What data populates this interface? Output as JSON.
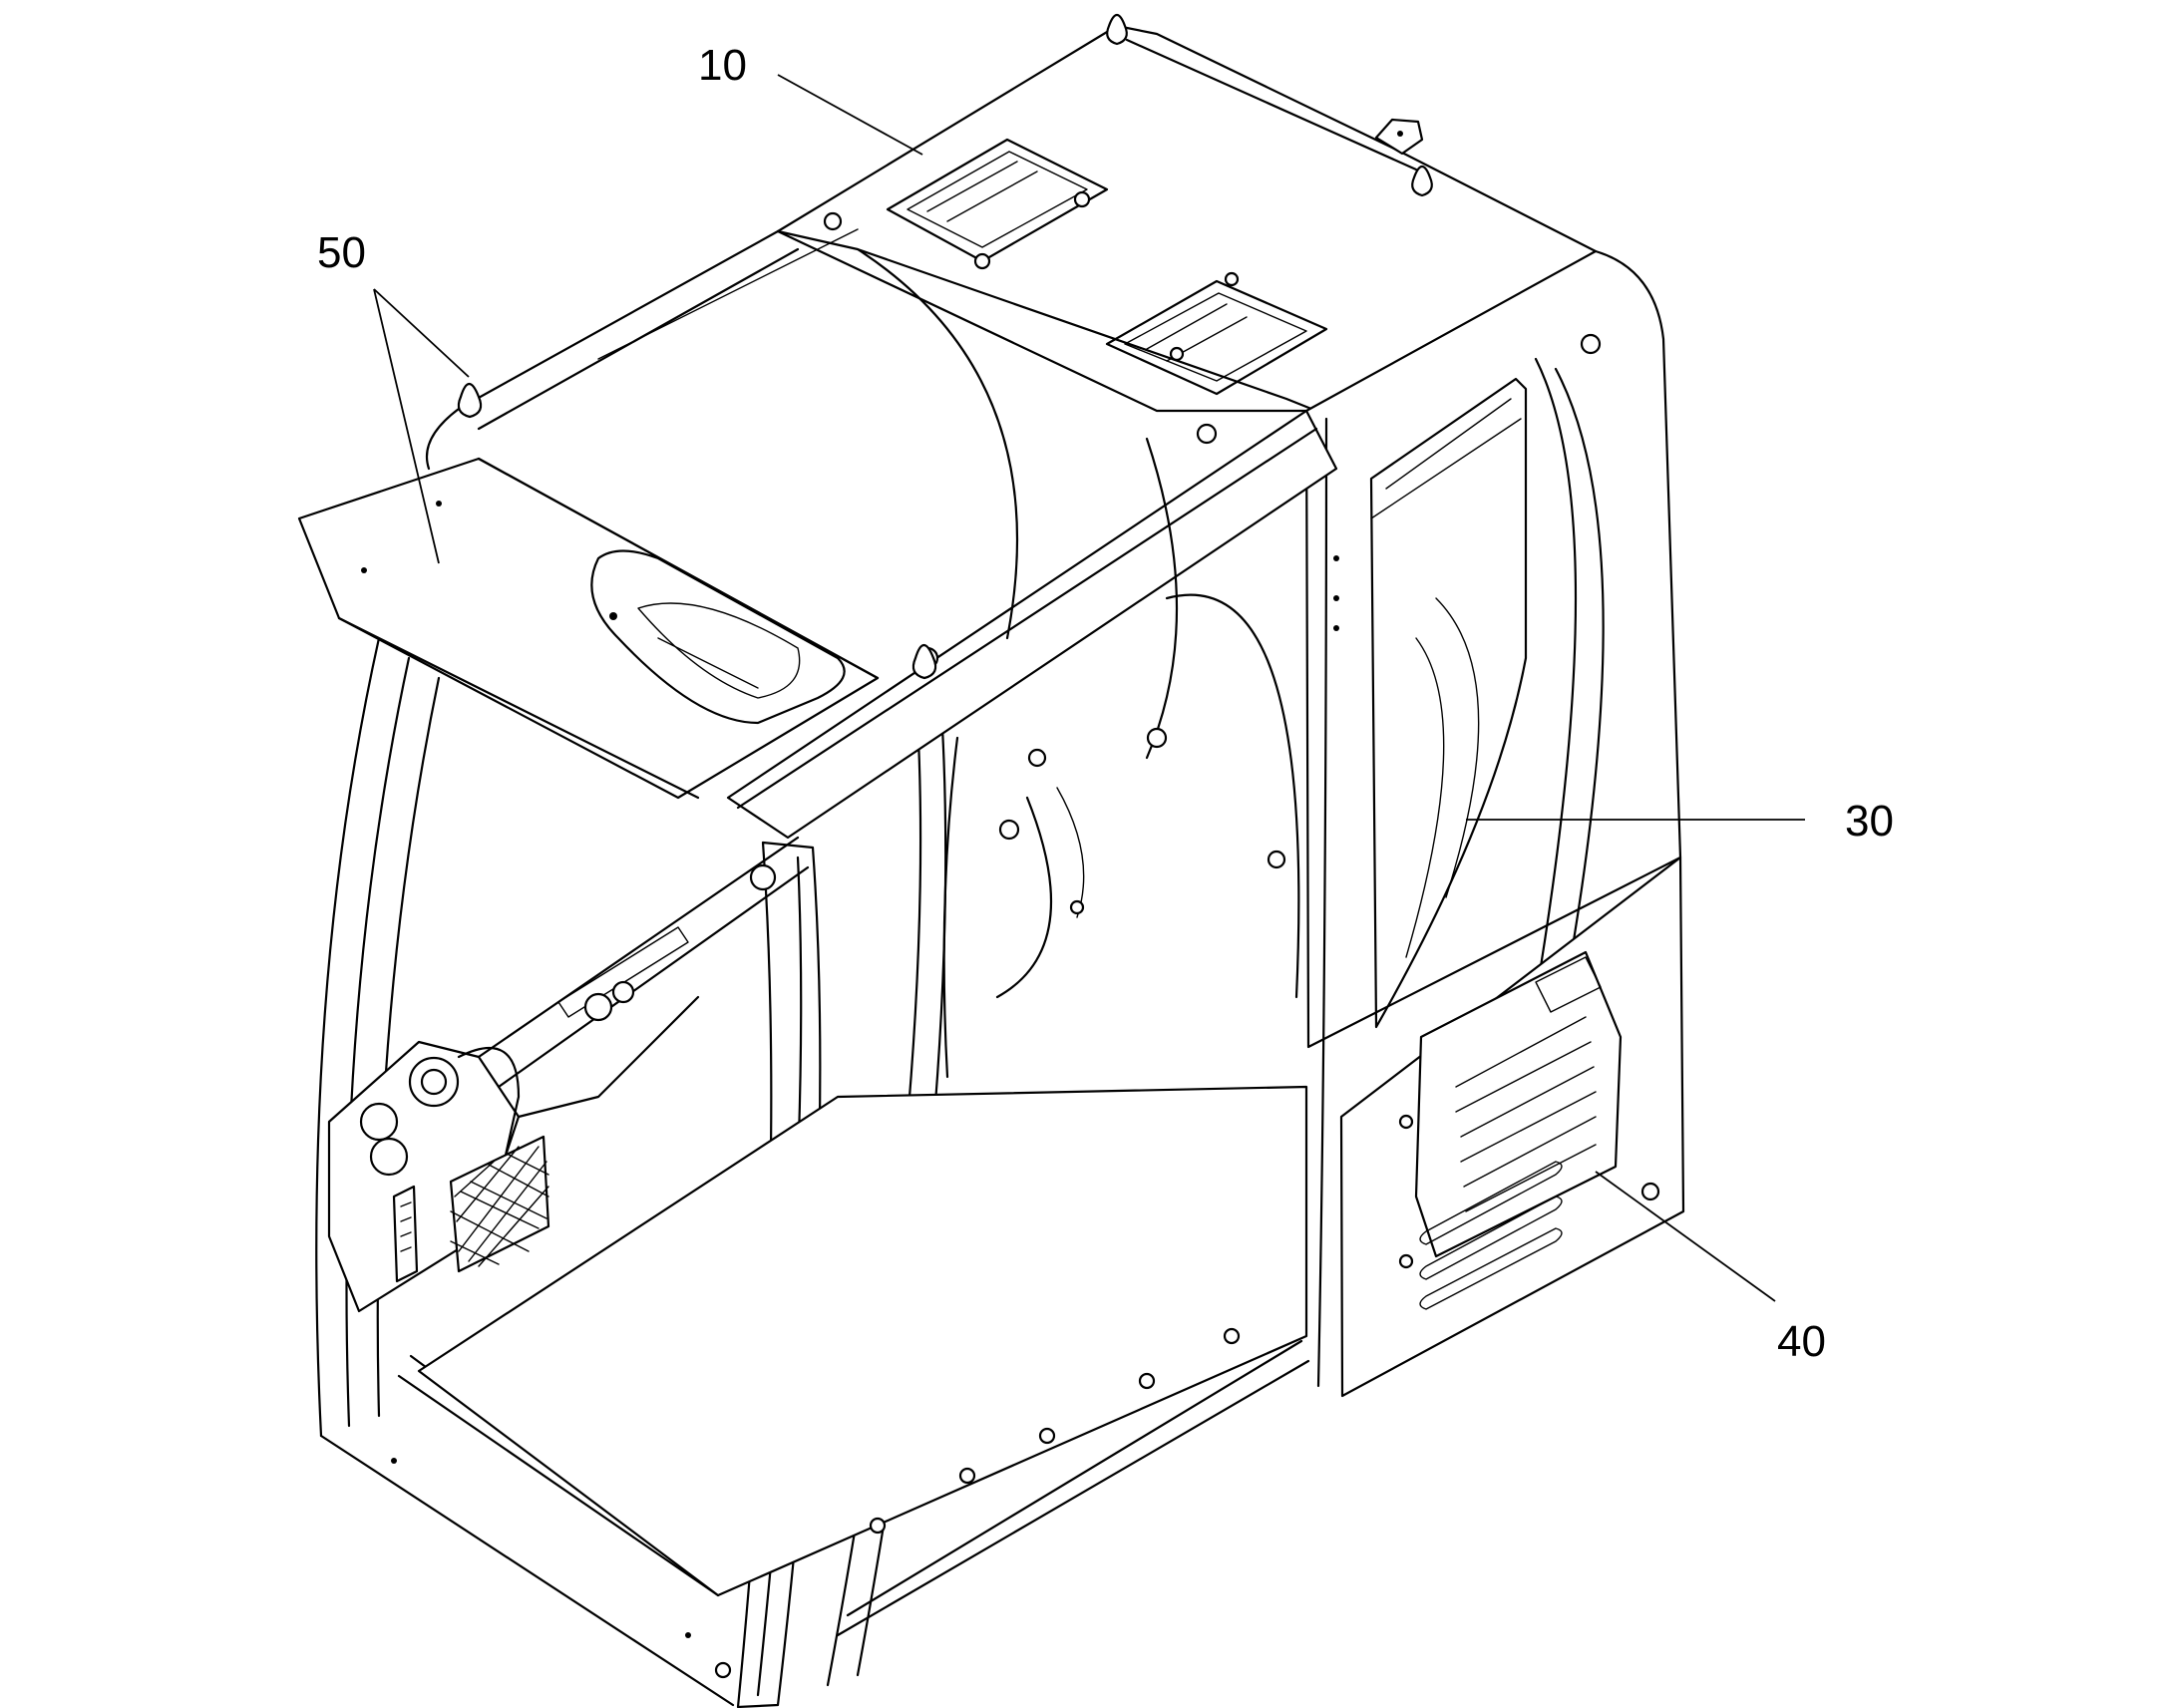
{
  "figure": {
    "labels": [
      {
        "id": "ref-10",
        "text": "10"
      },
      {
        "id": "ref-50",
        "text": "50"
      },
      {
        "id": "ref-30",
        "text": "30"
      },
      {
        "id": "ref-40",
        "text": "40"
      }
    ]
  }
}
